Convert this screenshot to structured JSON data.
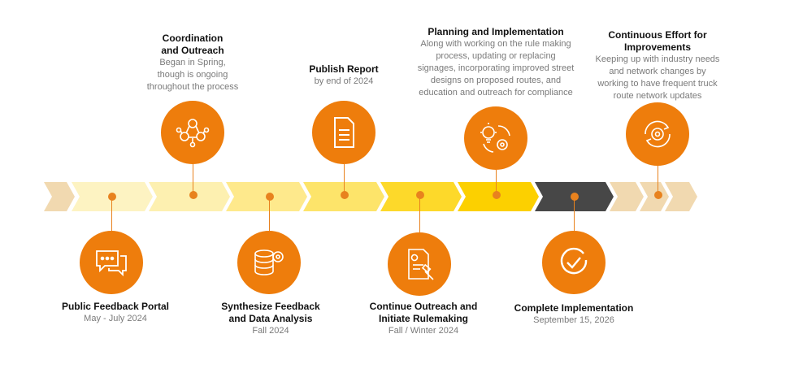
{
  "milestones": [
    {
      "title_lines": [
        "Coordination",
        "and Outreach"
      ],
      "sub_lines": [
        "Began in Spring,",
        "though is ongoing",
        "throughout the process"
      ],
      "icon": "network-people-icon"
    },
    {
      "title_lines": [
        "Publish Report"
      ],
      "sub_lines": [
        "by end of 2024"
      ],
      "icon": "document-icon"
    },
    {
      "title_lines": [
        "Planning and Implementation"
      ],
      "sub_lines": [
        "Along with working on the rule making",
        "process, updating or replacing",
        "signages, incorporating improved street",
        "designs on proposed routes, and",
        "education and outreach for compliance"
      ],
      "icon": "lightbulb-gear-icon"
    },
    {
      "title_lines": [
        "Continuous Effort for",
        "Improvements"
      ],
      "sub_lines": [
        "Keeping up with industry needs",
        "and network changes by",
        "working to have frequent truck",
        "route network updates"
      ],
      "icon": "cycle-gear-icon"
    },
    {
      "title_lines": [
        "Public Feedback Portal"
      ],
      "sub_lines": [
        "May - July 2024"
      ],
      "icon": "chat-bubbles-icon"
    },
    {
      "title_lines": [
        "Synthesize Feedback",
        "and Data Analysis"
      ],
      "sub_lines": [
        "Fall 2024"
      ],
      "icon": "database-gear-icon"
    },
    {
      "title_lines": [
        "Continue Outreach and",
        "Initiate Rulemaking"
      ],
      "sub_lines": [
        "Fall / Winter 2024"
      ],
      "icon": "document-gavel-icon"
    },
    {
      "title_lines": [
        "Complete Implementation"
      ],
      "sub_lines": [
        "September 15, 2026"
      ],
      "icon": "check-circle-icon"
    }
  ],
  "colors": {
    "accent": "#ee7d0c",
    "connector": "#e8821e",
    "segments": [
      "#f1d9b0",
      "#fdf3c2",
      "#fdf0b0",
      "#fee98c",
      "#fde46a",
      "#fdd92a",
      "#fcd000",
      "#474747",
      "#f1d9b0",
      "#f1d9b0",
      "#f1d9b0"
    ]
  }
}
